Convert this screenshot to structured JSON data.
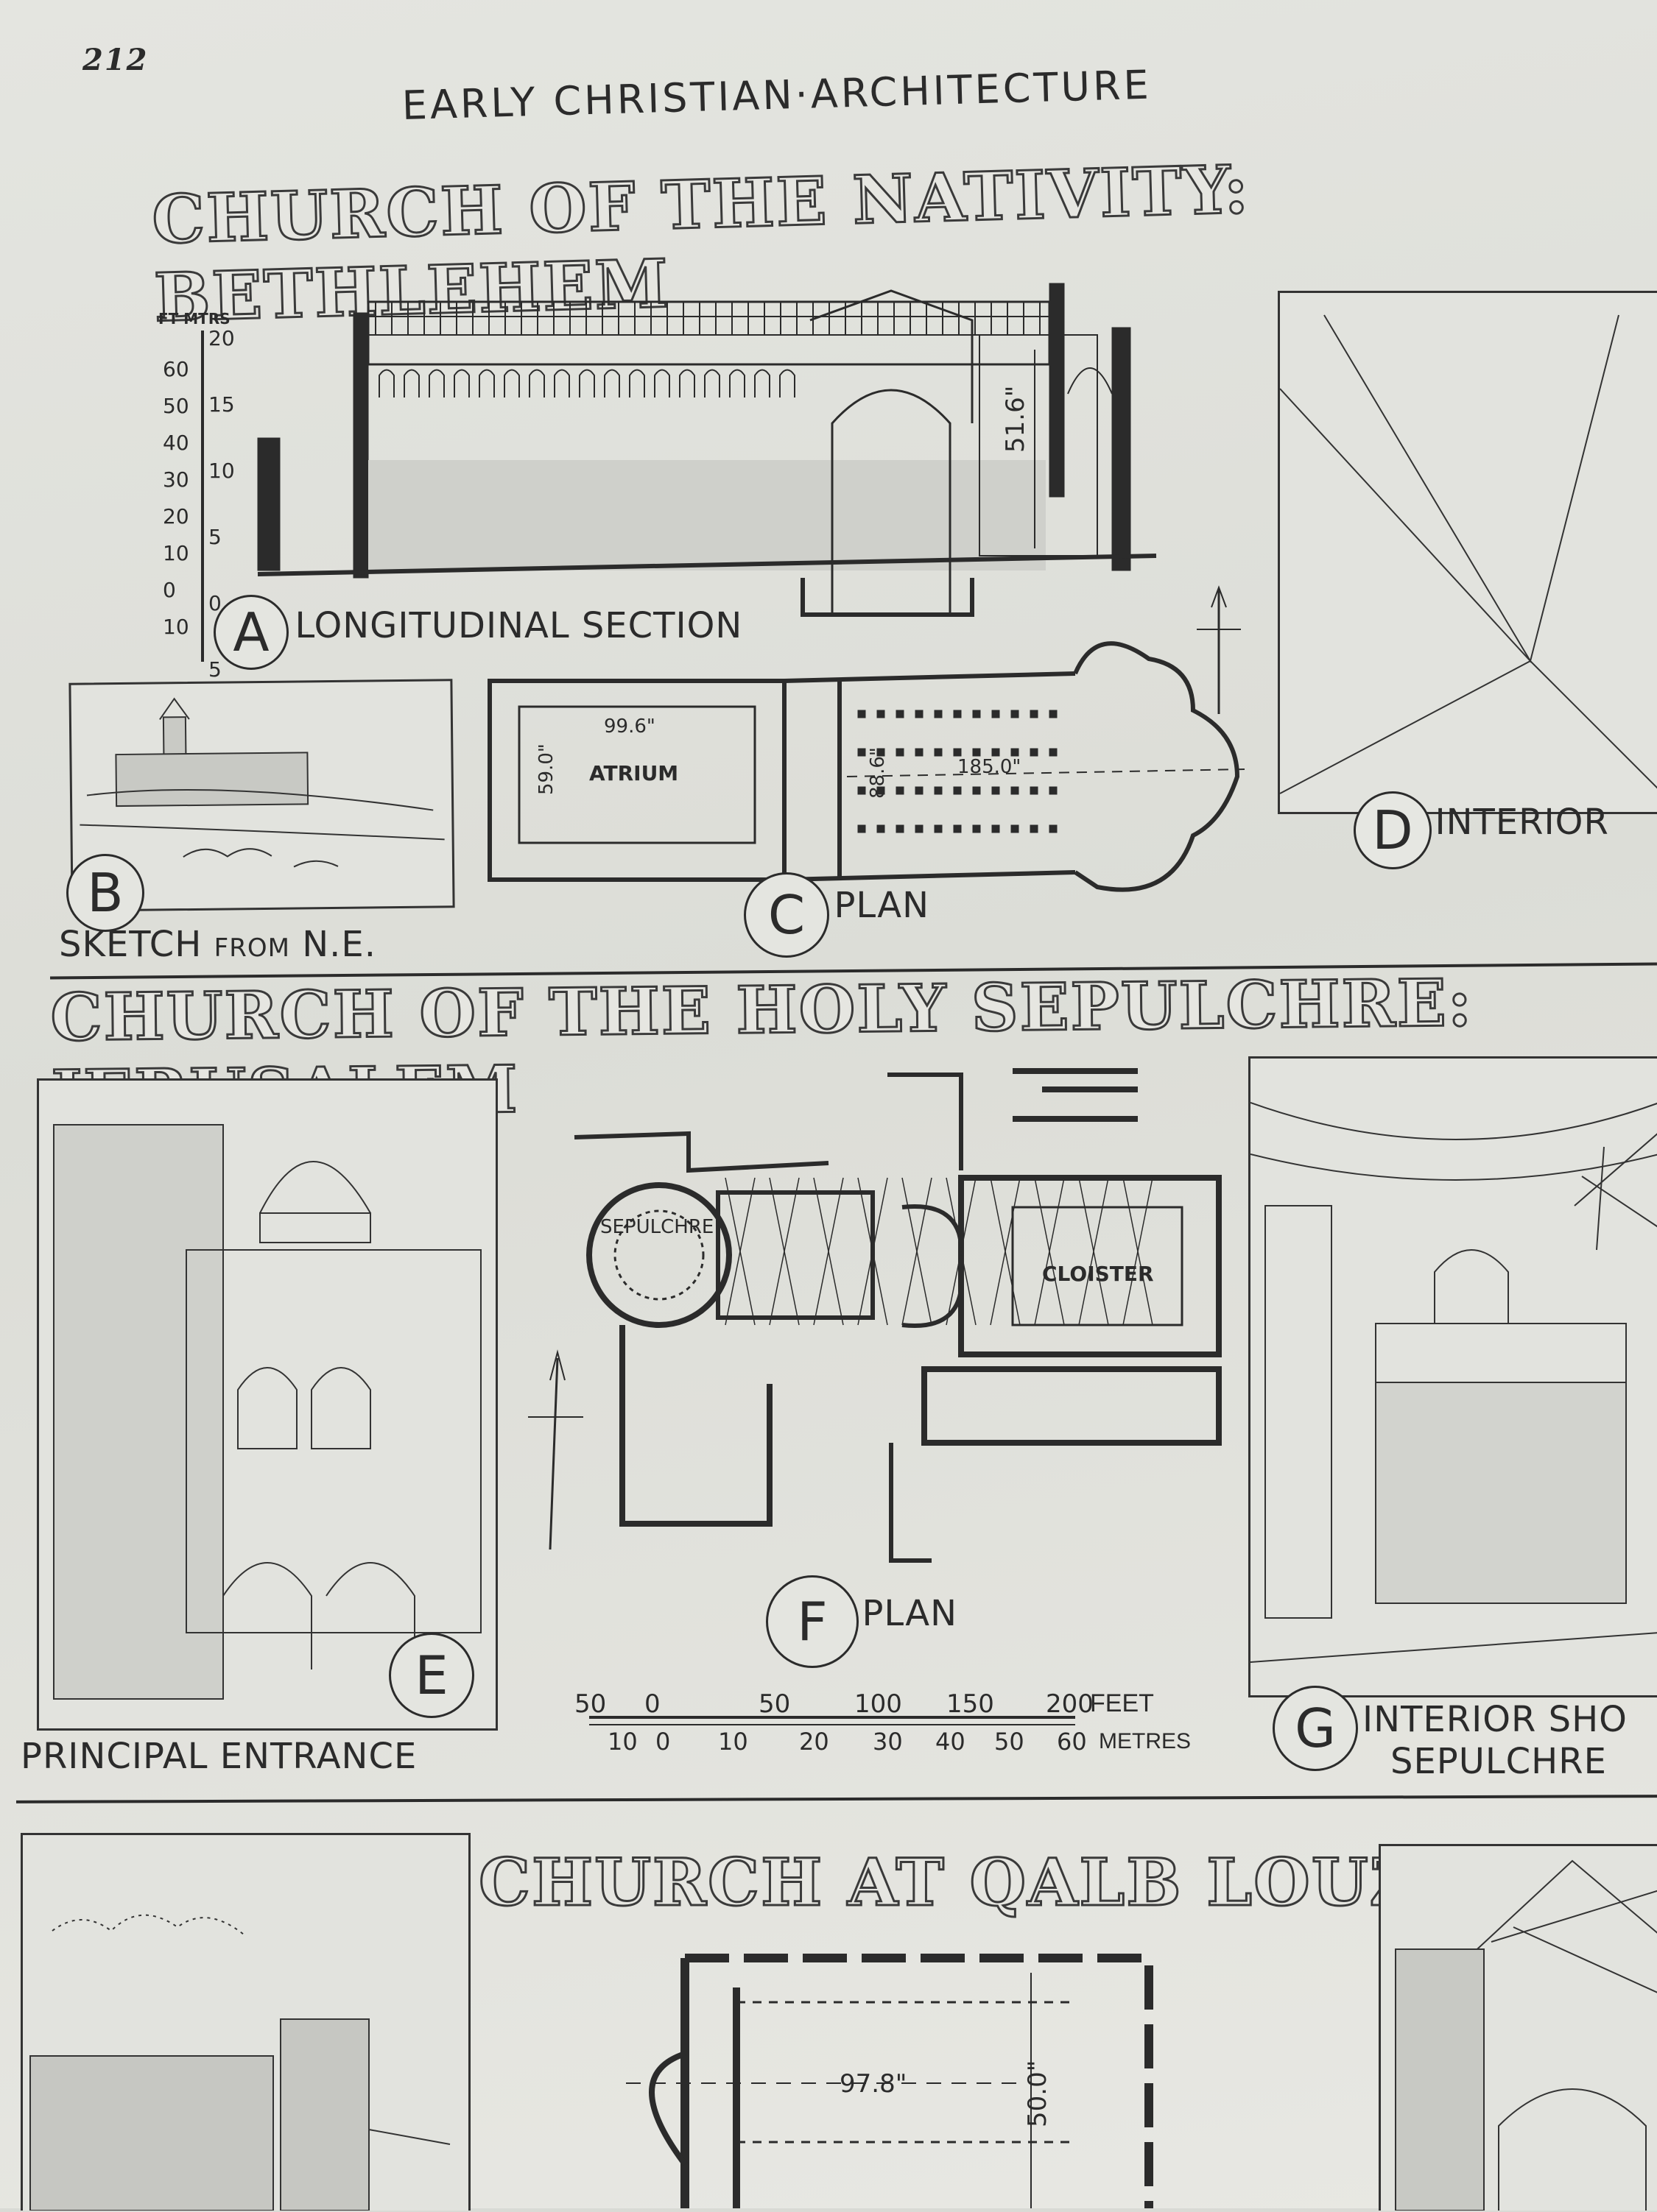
{
  "page_number": "212",
  "running_head": "EARLY CHRISTIAN·ARCHITECTURE",
  "sections": {
    "nativity": {
      "title": "CHURCH OF THE NATIVITY: BETHLEHEM",
      "scale_units": "FT MTRS",
      "scale_ft": [
        "60",
        "50",
        "40",
        "30",
        "20",
        "10",
        "0",
        "10"
      ],
      "scale_m": [
        "20",
        "15",
        "10",
        "5",
        "0",
        "5"
      ],
      "a": {
        "letter": "A",
        "caption": "LONGITUDINAL SECTION",
        "dim": "51.6\""
      },
      "b": {
        "letter": "B",
        "caption": "SKETCH",
        "caption_small": "FROM",
        "caption_end": "N.E."
      },
      "c": {
        "letter": "C",
        "caption": "PLAN",
        "atrium": "ATRIUM",
        "dim_w": "99.6\"",
        "dim_h": "59.0\"",
        "dim_nave": "185.0\"",
        "dim_nave_w": "88.6\""
      },
      "d": {
        "letter": "D",
        "caption": "INTERIOR"
      }
    },
    "sepulchre": {
      "title": "CHURCH OF THE HOLY SEPULCHRE: JERUSALEM",
      "e": {
        "letter": "E",
        "caption": "PRINCIPAL ENTRANCE"
      },
      "f": {
        "letter": "F",
        "caption": "PLAN",
        "sepulchre_label": "SEPULCHRE",
        "cloister_label": "CLOISTER"
      },
      "g": {
        "letter": "G",
        "caption_1": "INTERIOR SHO",
        "caption_2": "SEPULCHRE"
      },
      "scale_bar": {
        "feet": [
          "50",
          "0",
          "50",
          "100",
          "150",
          "200"
        ],
        "feet_unit": "FEET",
        "metres": [
          "10",
          "0",
          "10",
          "20",
          "30",
          "40",
          "50",
          "60"
        ],
        "metres_unit": "METRES"
      }
    },
    "qalb": {
      "title": "CHURCH AT QALB LOUZEH",
      "dim_len": "97.8\"",
      "dim_w": "50.0\""
    }
  }
}
